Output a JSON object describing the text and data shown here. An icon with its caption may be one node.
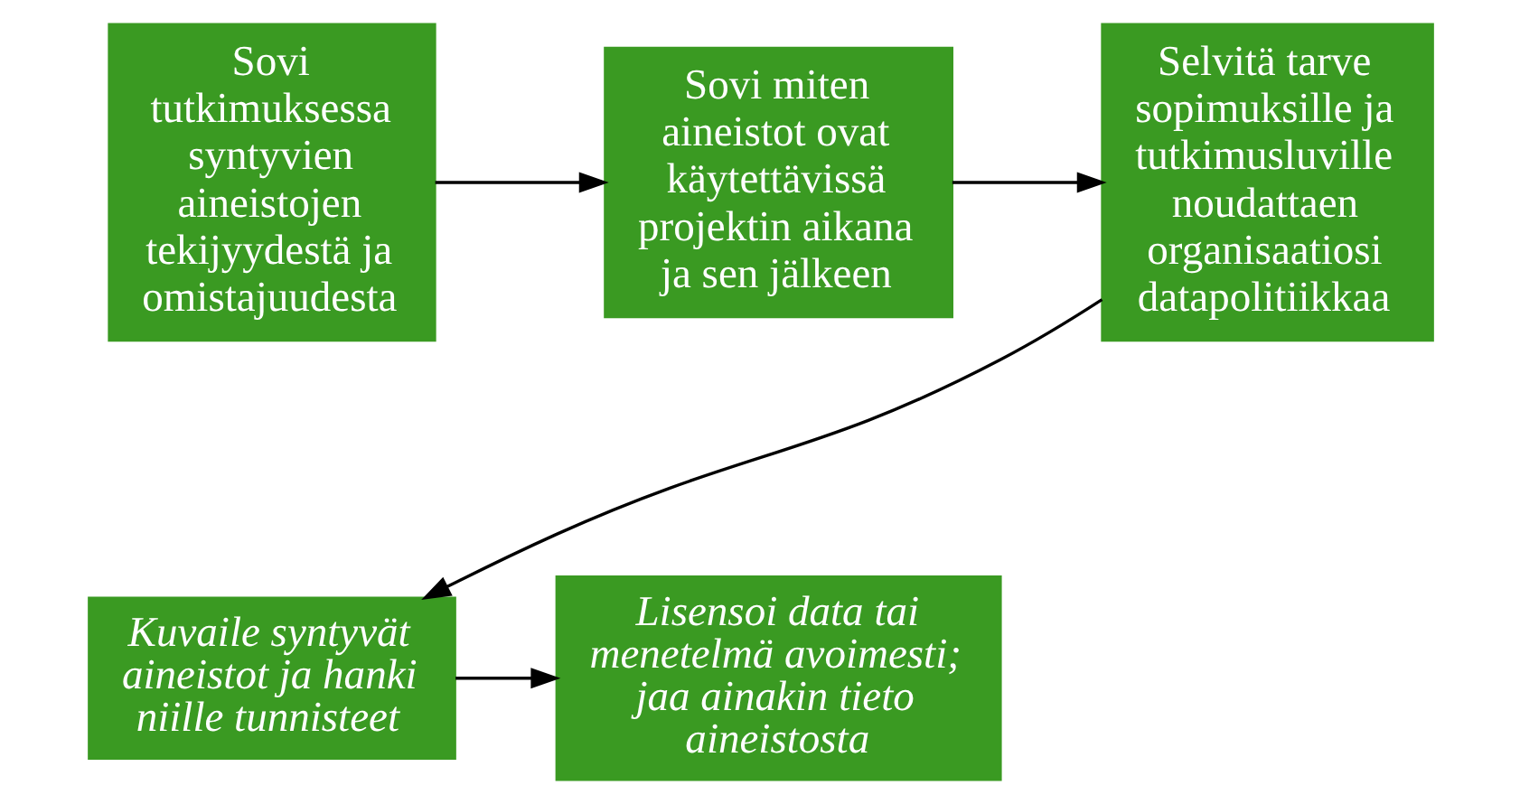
{
  "diagram": {
    "nodes": [
      {
        "text": [
          "Sovi tutkimuksessa syntyvien aineistojen tekijyydestä ja omistajuudesta"
        ]
      },
      {
        "text": [
          "Sovi miten aineistot ovat käytettävissä projektin aikana ja sen jälkeen"
        ]
      },
      {
        "text": [
          "Selvitä tarve sopimuksille ja tutkimusluville noudattaen organisaatiosi datapolitiikkaa"
        ]
      },
      {
        "text": [
          "Kuvaile syntyvät aineistot ja hanki niille tunnisteet"
        ]
      },
      {
        "text": [
          "Lisensoi data tai menetelmä avoimesti; jaa ainakin tieto aineistosta"
        ]
      }
    ],
    "edges": [
      {
        "from": 0,
        "to": 1,
        "arrow": "to"
      },
      {
        "from": 1,
        "to": 2,
        "arrow": "to"
      },
      {
        "from": 2,
        "to": 3,
        "arrow": "to"
      },
      {
        "from": 3,
        "to": 4,
        "arrow": "to"
      }
    ]
  }
}
